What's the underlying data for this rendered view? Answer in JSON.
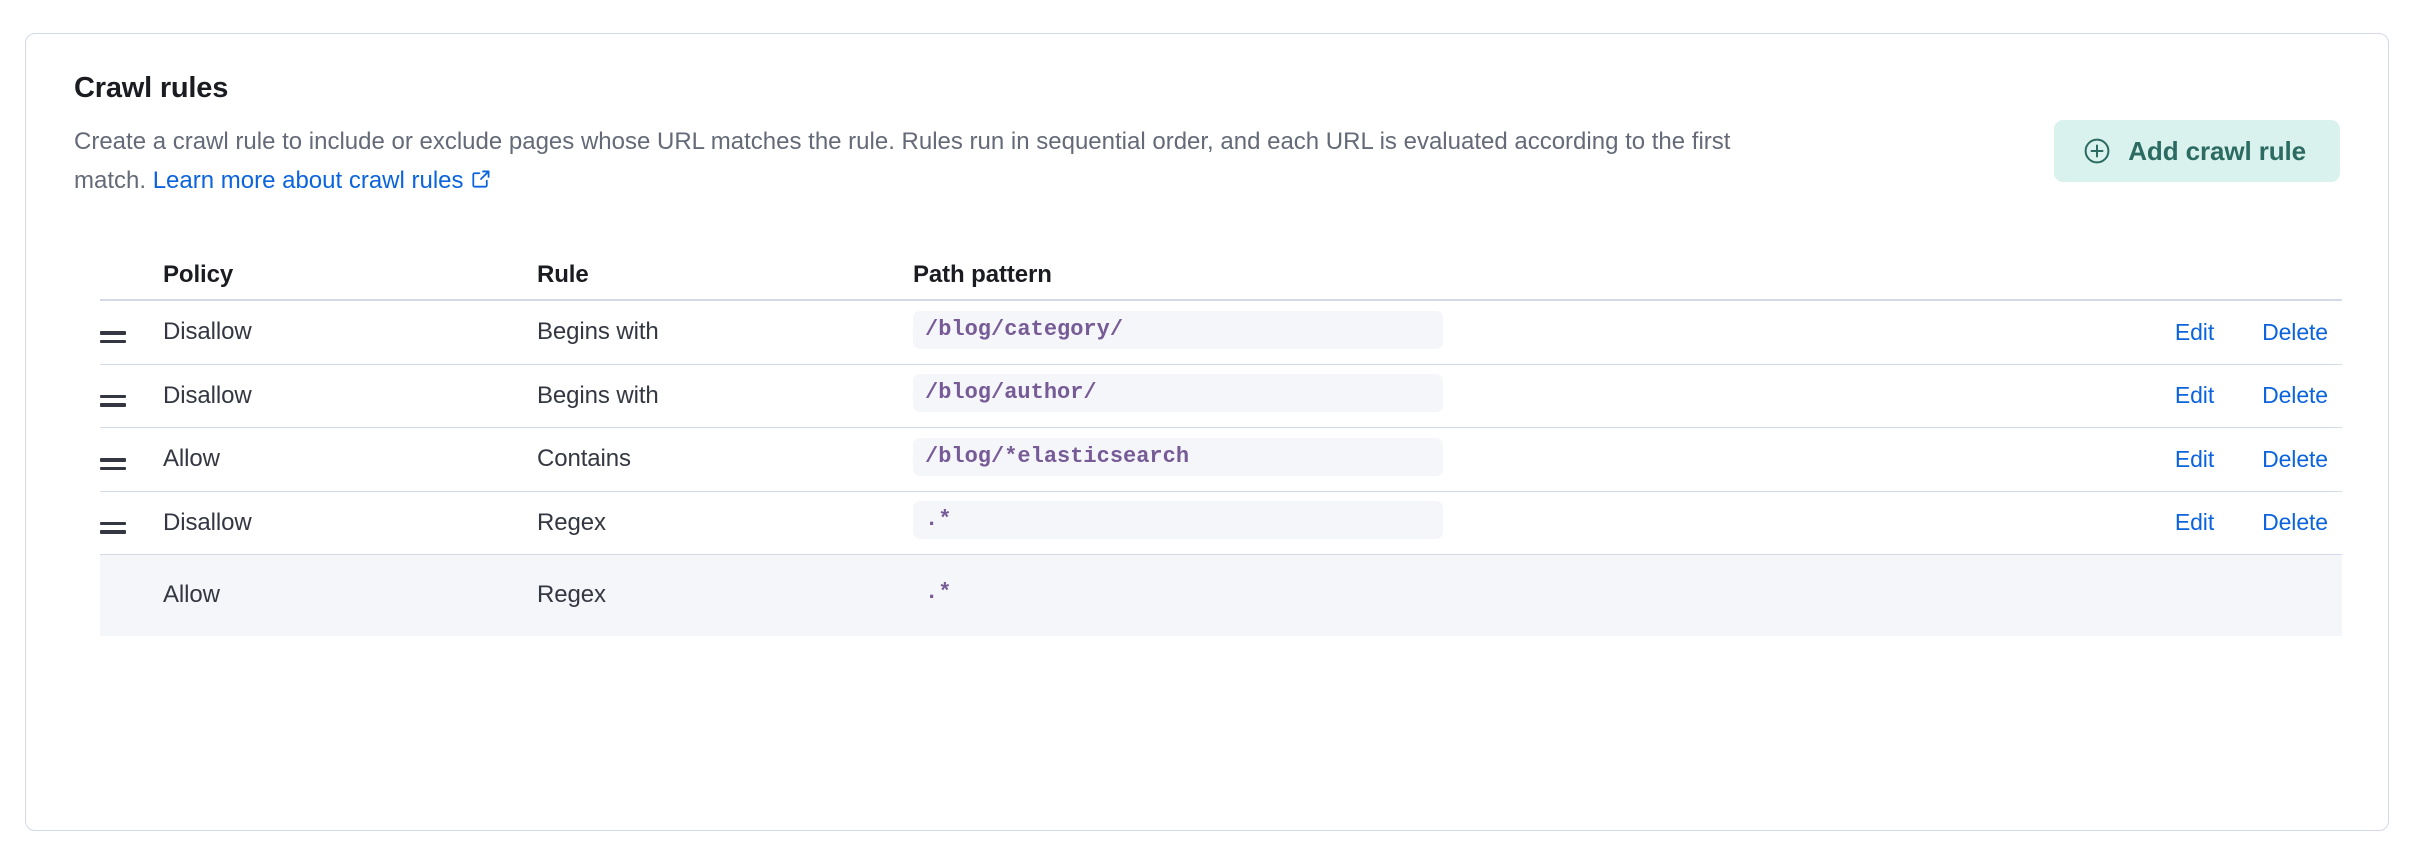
{
  "panel": {
    "title": "Crawl rules",
    "description_before_link": "Create a crawl rule to include or exclude pages whose URL matches the rule. Rules run in sequential order, and each URL is evaluated according to the first match. ",
    "learn_more_link": "Learn more about crawl rules",
    "external_link_icon": "external-link-icon",
    "add_button": {
      "label": "Add crawl rule",
      "icon": "plus-circle-icon",
      "bg_color": "#daf2ed",
      "text_color": "#2b6b62"
    },
    "link_color": "#0b64dd",
    "border_color": "#d3dae6"
  },
  "table": {
    "columns": {
      "handle": "",
      "policy": "Policy",
      "rule": "Rule",
      "path_pattern": "Path pattern",
      "actions": ""
    },
    "actions": {
      "edit": "Edit",
      "delete": "Delete"
    },
    "rows": [
      {
        "handle_icon": "drag-handle-icon",
        "policy": "Disallow",
        "rule": "Begins with",
        "path_pattern": "/blog/category/",
        "edit": "Edit",
        "delete": "Delete",
        "draggable": true,
        "highlighted": false,
        "code_styled": true
      },
      {
        "handle_icon": "drag-handle-icon",
        "policy": "Disallow",
        "rule": "Begins with",
        "path_pattern": "/blog/author/",
        "edit": "Edit",
        "delete": "Delete",
        "draggable": true,
        "highlighted": false,
        "code_styled": true
      },
      {
        "handle_icon": "drag-handle-icon",
        "policy": "Allow",
        "rule": "Contains",
        "path_pattern": "/blog/*elasticsearch",
        "edit": "Edit",
        "delete": "Delete",
        "draggable": true,
        "highlighted": false,
        "code_styled": true
      },
      {
        "handle_icon": "drag-handle-icon",
        "policy": "Disallow",
        "rule": "Regex",
        "path_pattern": ".*",
        "edit": "Edit",
        "delete": "Delete",
        "draggable": true,
        "highlighted": false,
        "code_styled": true
      },
      {
        "handle_icon": null,
        "policy": "Allow",
        "rule": "Regex",
        "path_pattern": ".*",
        "edit": null,
        "delete": null,
        "draggable": false,
        "highlighted": true,
        "code_styled": false
      }
    ]
  }
}
